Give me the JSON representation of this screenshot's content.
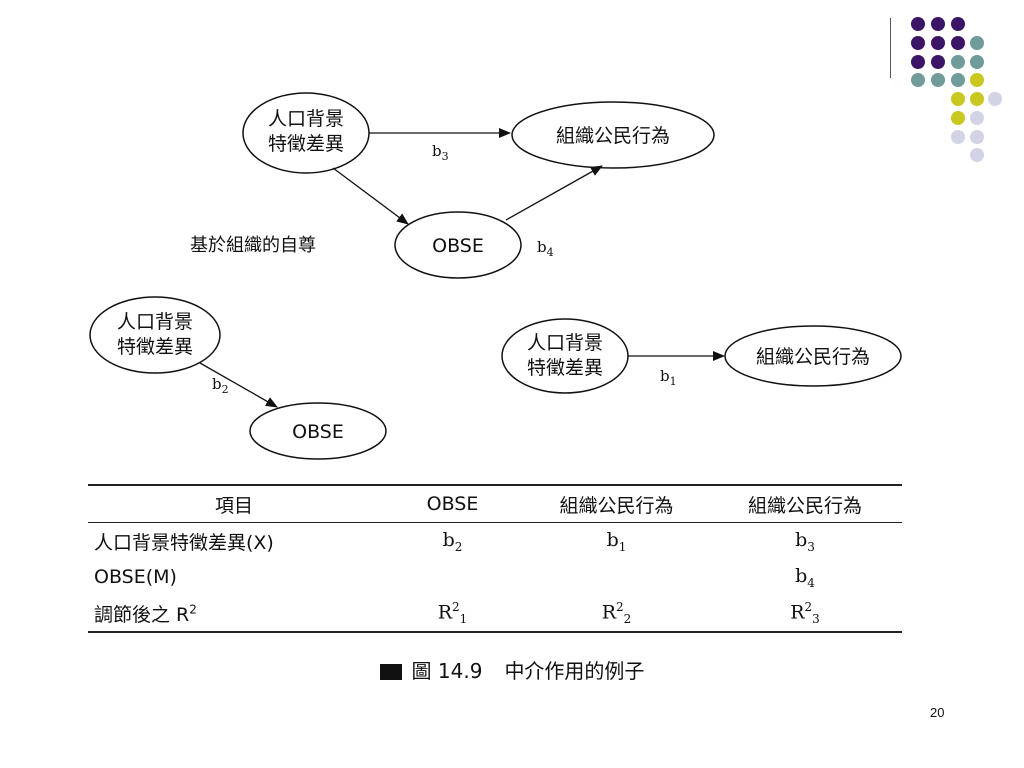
{
  "diagram": {
    "top": {
      "demographic_oval": [
        "人口背景",
        "特徵差異"
      ],
      "citizenship_oval": "組織公民行為",
      "obse_oval": "OBSE",
      "obse_side_label": "基於組織的自尊",
      "path_b3": "b3",
      "path_b4": "b4"
    },
    "bottom_left": {
      "demographic_oval": [
        "人口背景",
        "特徵差異"
      ],
      "obse_oval": "OBSE",
      "path_b2": "b2"
    },
    "bottom_right": {
      "demographic_oval": [
        "人口背景",
        "特徵差異"
      ],
      "citizenship_oval": "組織公民行為",
      "path_b1": "b1"
    }
  },
  "table": {
    "headers": [
      "項目",
      "OBSE",
      "組織公民行為",
      "組織公民行為"
    ],
    "rows": [
      {
        "label": "人口背景特徵差異(X)",
        "cells": [
          "b2",
          "b1",
          "b3"
        ]
      },
      {
        "label": "OBSE(M)",
        "cells": [
          "",
          "",
          "b4"
        ]
      },
      {
        "label": "調節後之 R2",
        "cells": [
          "R21",
          "R22",
          "R23"
        ]
      }
    ]
  },
  "caption": {
    "figure_no": "圖 14.9",
    "title": "中介作用的例子"
  },
  "page_number": "20",
  "colors": {
    "purple": "#3d1566",
    "teal": "#6f9b9b",
    "yellow": "#c8c820",
    "lavender": "#d3d3e6"
  }
}
